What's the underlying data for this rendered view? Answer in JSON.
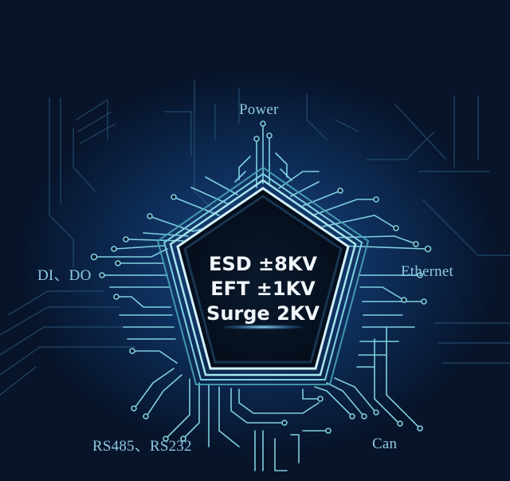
{
  "ports": {
    "power": "Power",
    "ethernet": "Ethernet",
    "di_do": "DI、DO",
    "rs485": "RS485、RS232",
    "can": "Can"
  },
  "specs": {
    "esd": "ESD ±8KV",
    "eft": "EFT ±1KV",
    "surge": "Surge 2KV"
  },
  "colors": {
    "background": "#07142a",
    "trace": "#7fd0df",
    "trace_faint": "#2f5f86",
    "pentagon_inner": "#050c18",
    "pentagon_edge": "#cfeef8",
    "label": "#8fc9e2",
    "spec_text": "#f2f6fa"
  }
}
